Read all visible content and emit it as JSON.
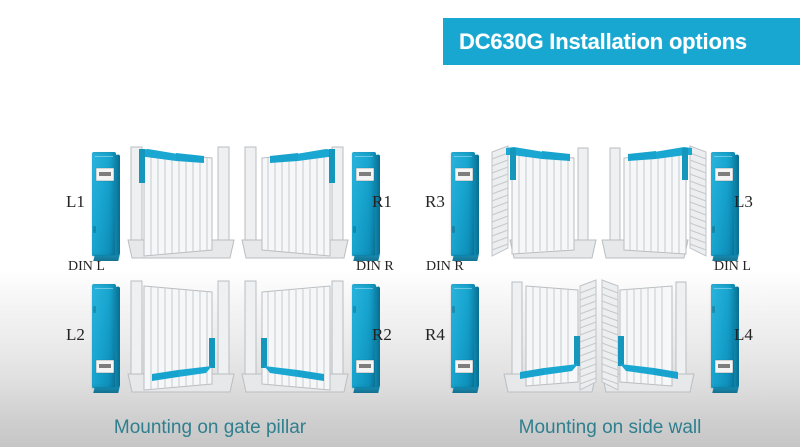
{
  "banner": {
    "title": "DC630G Installation options",
    "bg_color": "#18a7d1",
    "text_color": "#ffffff"
  },
  "captions": {
    "left": "Mounting on gate pillar",
    "right": "Mounting on side wall",
    "color": "#2f7f8e"
  },
  "colors": {
    "accent_cyan": "#18a7d1",
    "post_blue": "#18a5cf",
    "gate_grey": "#d8dcde",
    "label_dark": "#232323",
    "background_top": "#ffffff",
    "background_bottom": "#c6c6c6"
  },
  "panels": {
    "gate_pillar": {
      "caption": "Mounting on gate pillar",
      "variants": [
        {
          "code": "L1",
          "din": "DIN L",
          "row": "top",
          "side": "left",
          "post_orientation": "upright",
          "sticker_position": "top",
          "mount": "gate-pillar"
        },
        {
          "code": "R1",
          "din": "DIN R",
          "row": "top",
          "side": "right",
          "post_orientation": "upright",
          "sticker_position": "top",
          "mount": "gate-pillar"
        },
        {
          "code": "L2",
          "din": "",
          "row": "bottom",
          "side": "left",
          "post_orientation": "inverted",
          "sticker_position": "bottom",
          "mount": "gate-pillar"
        },
        {
          "code": "R2",
          "din": "",
          "row": "bottom",
          "side": "right",
          "post_orientation": "inverted",
          "sticker_position": "bottom",
          "mount": "gate-pillar"
        }
      ]
    },
    "side_wall": {
      "caption": "Mounting on side wall",
      "variants": [
        {
          "code": "R3",
          "din": "DIN R",
          "row": "top",
          "side": "left",
          "post_orientation": "upright",
          "sticker_position": "top",
          "mount": "side-wall"
        },
        {
          "code": "L3",
          "din": "DIN L",
          "row": "top",
          "side": "right",
          "post_orientation": "upright",
          "sticker_position": "top",
          "mount": "side-wall"
        },
        {
          "code": "R4",
          "din": "",
          "row": "bottom",
          "side": "left",
          "post_orientation": "inverted",
          "sticker_position": "bottom",
          "mount": "side-wall"
        },
        {
          "code": "L4",
          "din": "",
          "row": "bottom",
          "side": "right",
          "post_orientation": "inverted",
          "sticker_position": "bottom",
          "mount": "side-wall"
        }
      ]
    }
  },
  "labels": {
    "l1": "L1",
    "r1": "R1",
    "l2": "L2",
    "r2": "R2",
    "r3": "R3",
    "l3": "L3",
    "r4": "R4",
    "l4": "L4",
    "din_l_1": "DIN L",
    "din_r_1": "DIN R",
    "din_r_2": "DIN R",
    "din_l_2": "DIN L"
  }
}
